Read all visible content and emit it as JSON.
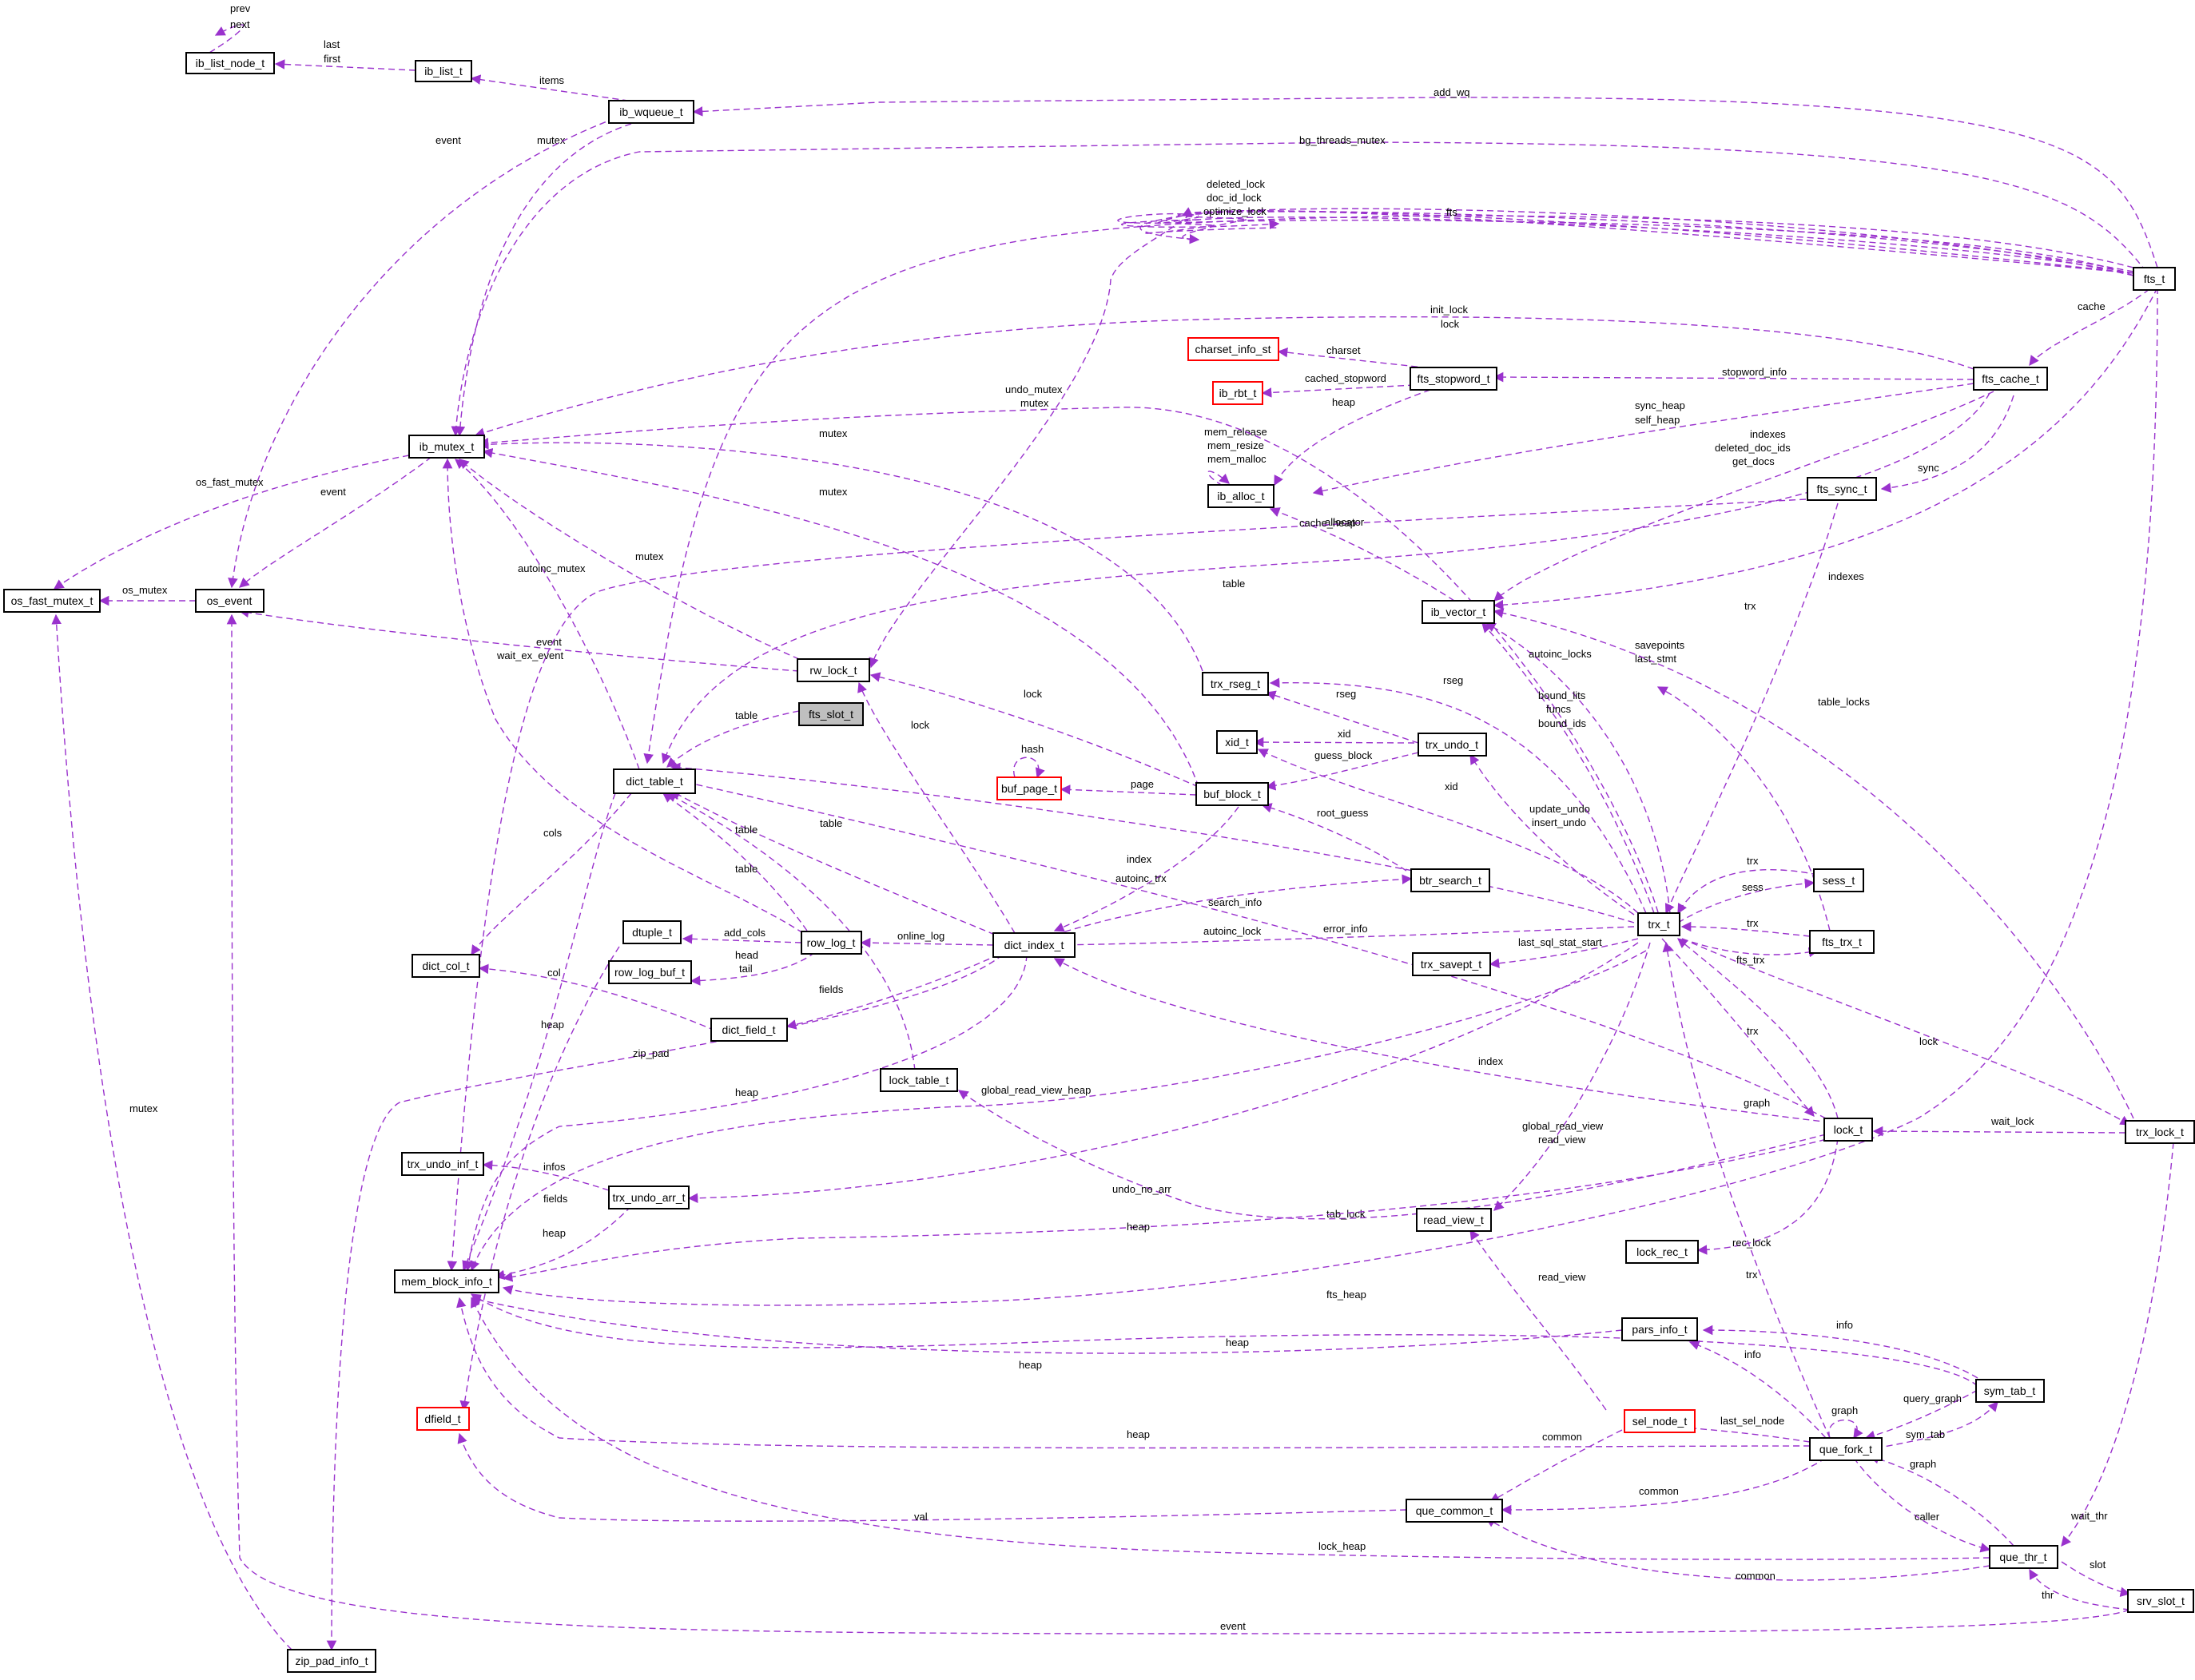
{
  "colors": {
    "edge": "#9a32cd",
    "node_border": "#000000",
    "incomplete_node_border": "#ff0000",
    "focus_fill": "#bfbfbf",
    "background": "#ffffff"
  },
  "nodes": {
    "ib_list_node_t": "ib_list_node_t",
    "ib_list_t": "ib_list_t",
    "ib_wqueue_t": "ib_wqueue_t",
    "ib_mutex_t": "ib_mutex_t",
    "os_fast_mutex_t": "os_fast_mutex_t",
    "os_event": "os_event",
    "rw_lock_t": "rw_lock_t",
    "fts_slot_t": "fts_slot_t",
    "dict_table_t": "dict_table_t",
    "dict_col_t": "dict_col_t",
    "dtuple_t": "dtuple_t",
    "row_log_buf_t": "row_log_buf_t",
    "row_log_t": "row_log_t",
    "dict_field_t": "dict_field_t",
    "dict_index_t": "dict_index_t",
    "lock_table_t": "lock_table_t",
    "trx_undo_inf_t": "trx_undo_inf_t",
    "trx_undo_arr_t": "trx_undo_arr_t",
    "mem_block_info_t": "mem_block_info_t",
    "dfield_t": "dfield_t",
    "zip_pad_info_t": "zip_pad_info_t",
    "buf_page_t": "buf_page_t",
    "buf_block_t": "buf_block_t",
    "xid_t": "xid_t",
    "trx_rseg_t": "trx_rseg_t",
    "trx_undo_t": "trx_undo_t",
    "btr_search_t": "btr_search_t",
    "charset_info_st": "charset_info_st",
    "ib_rbt_t": "ib_rbt_t",
    "fts_stopword_t": "fts_stopword_t",
    "ib_alloc_t": "ib_alloc_t",
    "ib_vector_t": "ib_vector_t",
    "fts_sync_t": "fts_sync_t",
    "fts_cache_t": "fts_cache_t",
    "fts_t": "fts_t",
    "trx_t": "trx_t",
    "trx_savept_t": "trx_savept_t",
    "sess_t": "sess_t",
    "fts_trx_t": "fts_trx_t",
    "lock_t": "lock_t",
    "trx_lock_t": "trx_lock_t",
    "read_view_t": "read_view_t",
    "lock_rec_t": "lock_rec_t",
    "pars_info_t": "pars_info_t",
    "sym_tab_t": "sym_tab_t",
    "sel_node_t": "sel_node_t",
    "que_fork_t": "que_fork_t",
    "que_common_t": "que_common_t",
    "que_thr_t": "que_thr_t",
    "srv_slot_t": "srv_slot_t"
  },
  "edges": {
    "prev": "prev",
    "next": "next",
    "last": "last",
    "first": "first",
    "items": "items",
    "add_wq": "add_wq",
    "bg_threads_mutex": "bg_threads_mutex",
    "wq_mutex": "mutex",
    "wq_event": "event",
    "deleted_lock": "deleted_lock",
    "doc_id_lock": "doc_id_lock",
    "optimize_lock": "optimize_lock",
    "fts": "fts",
    "cache": "cache",
    "init_lock": "init_lock",
    "cache_lock": "lock",
    "charset": "charset",
    "stopword_info": "stopword_info",
    "cached_stopword": "cached_stopword",
    "sw_heap": "heap",
    "sync_heap": "sync_heap",
    "self_heap": "self_heap",
    "indexes": "indexes",
    "deleted_doc_ids": "deleted_doc_ids",
    "get_docs": "get_docs",
    "sync": "sync",
    "mem_release": "mem_release",
    "mem_resize": "mem_resize",
    "mem_malloc": "mem_malloc",
    "undo_mutex": "undo_mutex",
    "trx_mutex": "mutex",
    "rseg_mutex": "mutex",
    "buf_mutex": "mutex",
    "os_fast_mutex": "os_fast_mutex",
    "mutex_event": "event",
    "os_mutex": "os_mutex",
    "rw_mutex": "mutex",
    "autoinc_mutex": "autoinc_mutex",
    "rw_event": "event",
    "wait_ex_event": "wait_ex_event",
    "allocator": "allocator",
    "cache_heap": "cache_heap",
    "fts_table": "table",
    "sync_trx": "trx",
    "fts_indexes": "indexes",
    "savepoints": "savepoints",
    "last_stmt": "last_stmt",
    "autoinc_locks": "autoinc_locks",
    "table_locks": "table_locks",
    "slot_table": "table",
    "buf_lock": "lock",
    "rw_lock_lock": "lock",
    "rseg": "rseg",
    "rseg2": "rseg",
    "bound_lits": "bound_lits",
    "funcs": "funcs",
    "bound_ids": "bound_ids",
    "xid": "xid",
    "xid2": "xid",
    "guess_block": "guess_block",
    "hash": "hash",
    "page": "page",
    "root_guess": "root_guess",
    "index": "index",
    "search_info": "search_info",
    "update_undo": "update_undo",
    "insert_undo": "insert_undo",
    "autoinc_trx": "autoinc_trx",
    "table_mutex": "mutex",
    "cols": "cols",
    "col": "col",
    "idx_table": "table",
    "rl_table": "table",
    "lt_table": "table",
    "add_cols": "add_cols",
    "head": "head",
    "tail": "tail",
    "online_log": "online_log",
    "fields": "fields",
    "error_info": "error_info",
    "last_sql_stat_start": "last_sql_stat_start",
    "autoinc_lock": "autoinc_lock",
    "zip_pad": "zip_pad",
    "dict_heap": "heap",
    "idx_heap": "heap",
    "global_read_view_heap": "global_read_view_heap",
    "lock_index": "index",
    "graph": "graph",
    "global_read_view": "global_read_view",
    "read_view": "read_view",
    "infos": "infos",
    "undo_no_arr": "undo_no_arr",
    "arr_heap": "heap",
    "dfield_fields": "fields",
    "trx_heap": "heap",
    "tab_lock": "tab_lock",
    "rec_lock": "rec_lock",
    "sel_read_view": "read_view",
    "fts_heap": "fts_heap",
    "pars_heap": "heap",
    "symtab_heap": "heap",
    "fork_heap": "heap",
    "info": "info",
    "info2": "info",
    "query_graph": "query_graph",
    "sym_tab": "sym_tab",
    "fork_graph": "graph",
    "last_sel_node": "last_sel_node",
    "sel_common": "common",
    "fork_common": "common",
    "thr_common": "common",
    "val": "val",
    "lock_heap": "lock_heap",
    "caller": "caller",
    "thr_graph": "graph",
    "wait_thr": "wait_thr",
    "slot": "slot",
    "thr": "thr",
    "slot_event": "event",
    "zip_mutex": "mutex",
    "sess": "sess",
    "sess_trx": "trx",
    "ftstrx_trx": "trx",
    "fts_trx": "fts_trx",
    "lock_trx": "trx",
    "trx_lock": "lock",
    "wait_lock": "wait_lock",
    "fork_trx": "trx"
  }
}
